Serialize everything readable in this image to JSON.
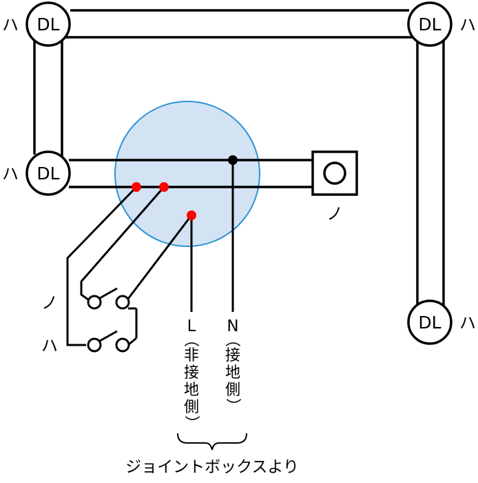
{
  "lights": [
    {
      "label": "DL",
      "switch_tag": "ハ"
    },
    {
      "label": "DL",
      "switch_tag": "ハ"
    },
    {
      "label": "DL",
      "switch_tag": "ハ"
    },
    {
      "label": "DL",
      "switch_tag": "ハ"
    }
  ],
  "outlet": {
    "switch_tag": "ノ"
  },
  "switches": [
    {
      "tag": "ノ"
    },
    {
      "tag": "ハ"
    }
  ],
  "supply": {
    "live_letter": "L",
    "live_note": [
      "（",
      "非",
      "接",
      "地",
      "側",
      "）"
    ],
    "neutral_letter": "N",
    "neutral_note": [
      "（",
      "接",
      "地",
      "側",
      "）"
    ],
    "caption": "ジョイントボックスより"
  },
  "colors": {
    "line": "#000000",
    "junction_box_fill": "#d3e3f4",
    "junction_box_stroke": "#2b93d6",
    "live_connection": "#ff0000",
    "neutral_connection": "#000000"
  }
}
